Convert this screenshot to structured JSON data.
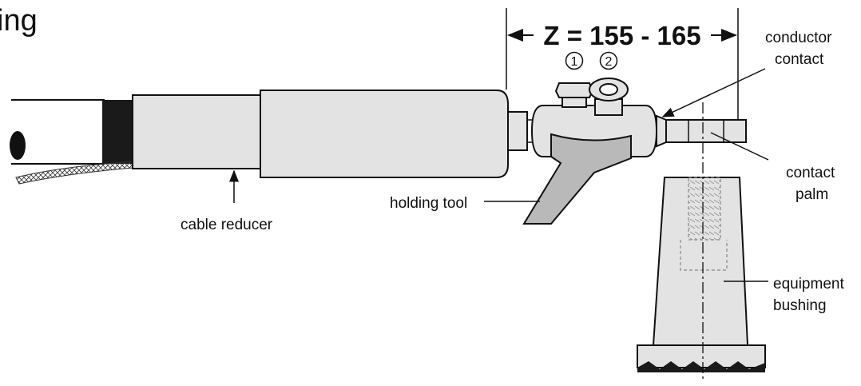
{
  "title_fragment": "ing",
  "dimension": {
    "text": "Z = 155 - 165"
  },
  "callout_numbers": [
    "1",
    "2"
  ],
  "labels": {
    "conductor_contact": [
      "conductor",
      "contact"
    ],
    "contact_palm": [
      "contact",
      "palm"
    ],
    "holding_tool": "holding tool",
    "cable_reducer": "cable reducer",
    "equipment_bushing": [
      "equipment",
      "bushing"
    ]
  },
  "colors": {
    "part_fill": "#e3e3e3",
    "dark_part": "#b9b9b9",
    "line": "#111111",
    "band": "#1a1a1a"
  }
}
